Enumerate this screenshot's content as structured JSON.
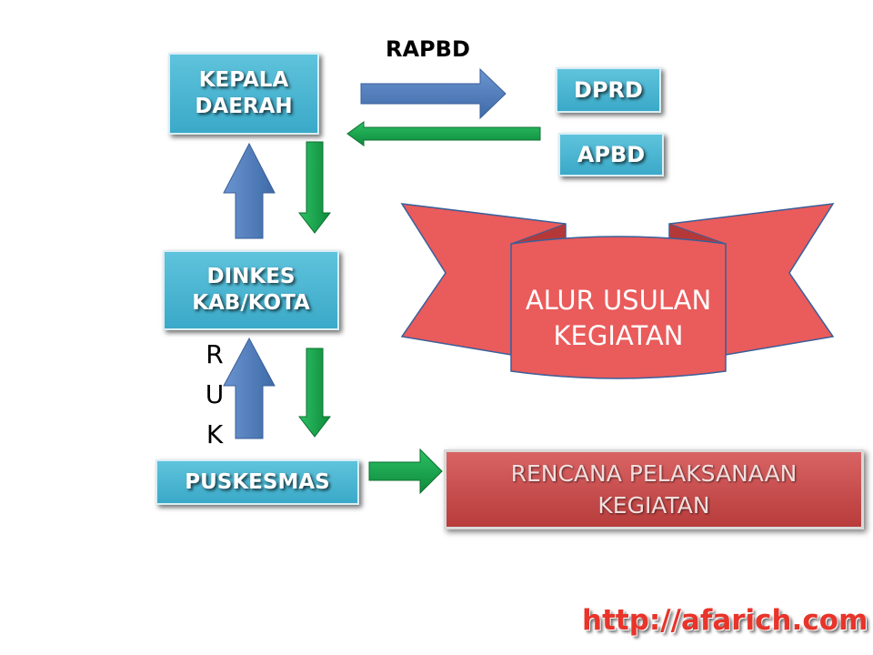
{
  "nodes": {
    "kepala_daerah": "KEPALA\nDAERAH",
    "dprd": "DPRD",
    "apbd": "APBD",
    "dinkes": "DINKES\nKAB/KOTA",
    "puskesmas": "PUSKESMAS"
  },
  "labels": {
    "rapbd": "RAPBD",
    "ruk_letters": [
      "R",
      "U",
      "K"
    ]
  },
  "ribbon": {
    "text": "ALUR USULAN\nKEGIATAN"
  },
  "rencana": {
    "text": "RENCANA PELAKSANAAN\nKEGIATAN"
  },
  "footer": {
    "url": "http://afarich.com"
  },
  "colors": {
    "box_blue": "#4bb6d3",
    "arrow_blue": "#4f7fbe",
    "arrow_green": "#16a34f",
    "ribbon_red": "#ea5b5b",
    "url_red": "#e8342a"
  }
}
